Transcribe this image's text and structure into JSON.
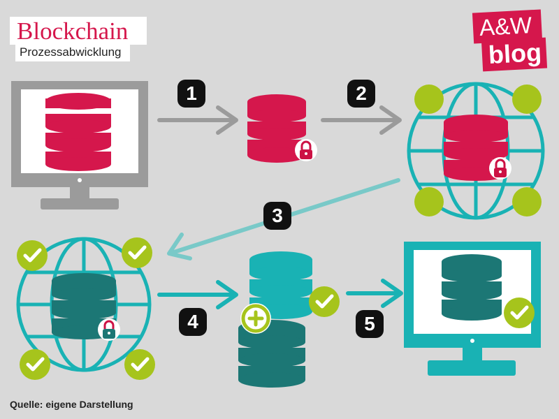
{
  "header": {
    "title": "Blockchain",
    "subtitle": "Prozessabwicklung"
  },
  "logo": {
    "line1": "A&W",
    "line2": "blog"
  },
  "steps": [
    {
      "number": "1"
    },
    {
      "number": "2"
    },
    {
      "number": "3"
    },
    {
      "number": "4"
    },
    {
      "number": "5"
    }
  ],
  "footer": {
    "source": "Quelle: eigene Darstellung"
  },
  "colors": {
    "red": "#d5174c",
    "gray_monitor": "#9b9b9b",
    "teal": "#19b2b4",
    "dark_teal": "#1c7775",
    "lime": "#a6c41c",
    "arrow_gray": "#9b9b9b",
    "arrow_light_teal": "#79c9c8",
    "background": "#d9d9d9"
  },
  "icons": [
    "database-icon",
    "lock-icon",
    "globe-icon",
    "checkmark-icon",
    "plus-icon",
    "monitor-icon",
    "arrow-icon"
  ]
}
